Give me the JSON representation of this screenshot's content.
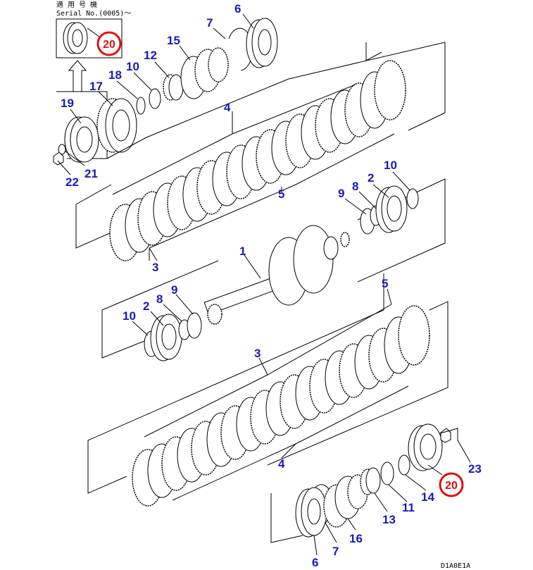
{
  "header": {
    "applicable_label": "適 用 号 機",
    "serial_label": "Serial No.(0005)〜"
  },
  "doc_id": "D1A0E1A",
  "callouts": {
    "c1": "1",
    "c2a": "2",
    "c2b": "2",
    "c3a": "3",
    "c3b": "3",
    "c4a": "4",
    "c4b": "4",
    "c5a": "5",
    "c5b": "5",
    "c6a": "6",
    "c6b": "6",
    "c7a": "7",
    "c7b": "7",
    "c8a": "8",
    "c8b": "8",
    "c9a": "9",
    "c9b": "9",
    "c10a": "10",
    "c10b": "10",
    "c10c": "10",
    "c11": "11",
    "c12": "12",
    "c13": "13",
    "c14": "14",
    "c15": "15",
    "c16": "16",
    "c17": "17",
    "c18": "18",
    "c19": "19",
    "c21": "21",
    "c22": "22",
    "c23": "23"
  },
  "highlighted_callouts": {
    "h20a": "20",
    "h20b": "20"
  },
  "colors": {
    "callout_text": "#1a1ab4",
    "highlight": "#e01010",
    "line": "#000000"
  }
}
